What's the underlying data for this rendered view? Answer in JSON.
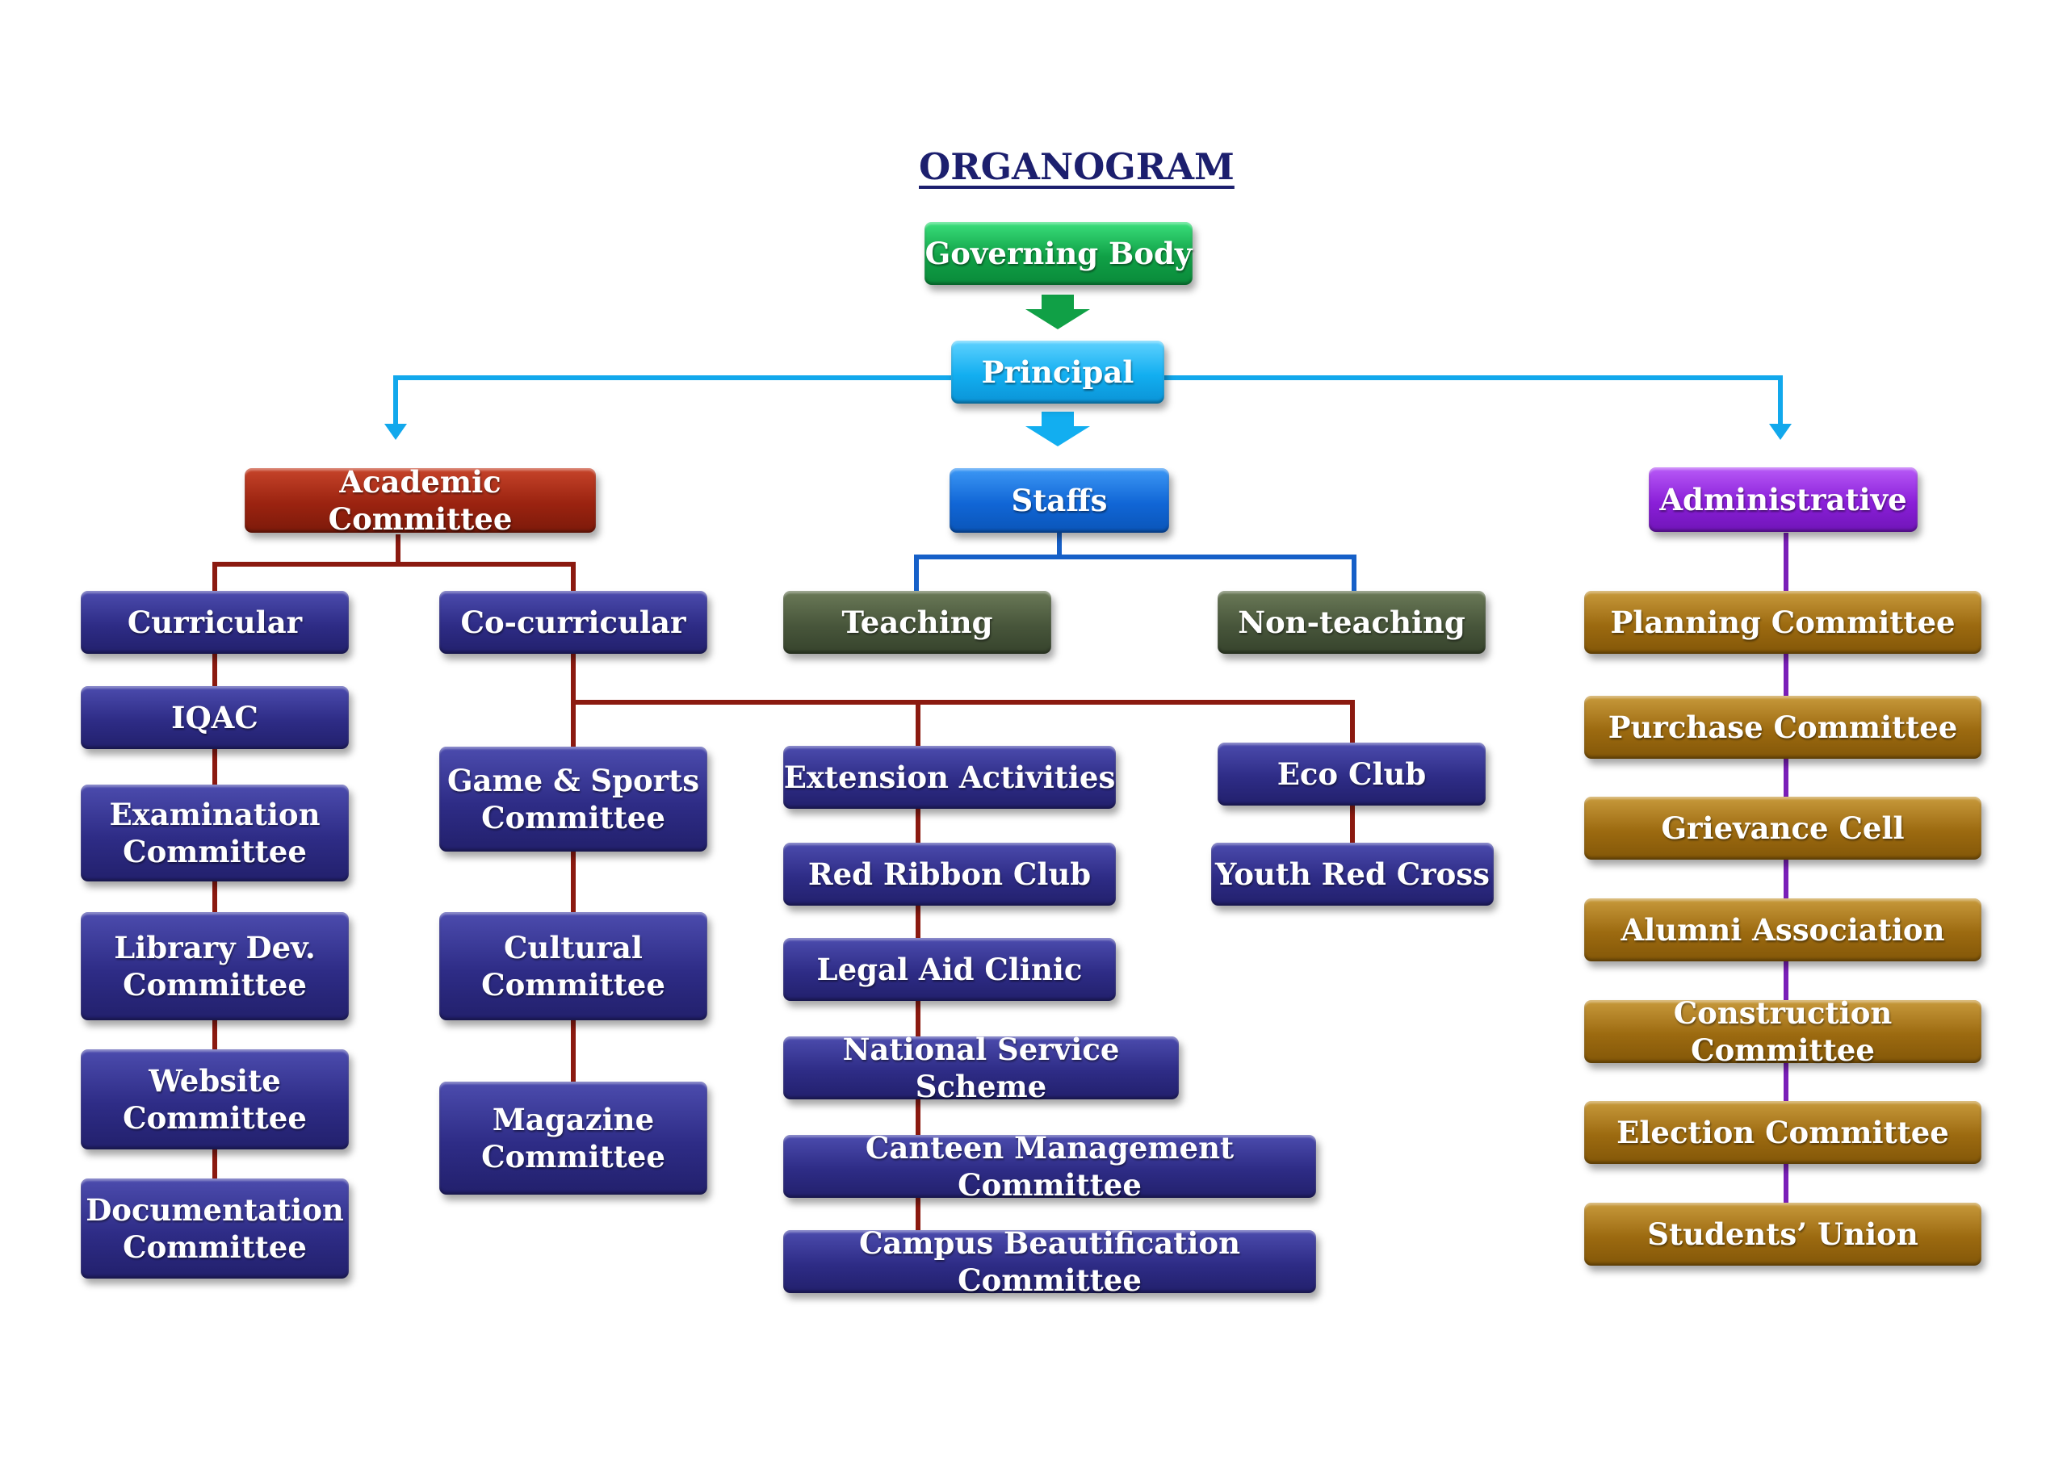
{
  "title": "ORGANOGRAM",
  "governing_body": "Governing Body",
  "principal": "Principal",
  "academic": {
    "label": "Academic Committee",
    "curricular": {
      "label": "Curricular",
      "items": [
        "IQAC",
        "Examination Committee",
        "Library Dev. Committee",
        "Website Committee",
        "Documentation Committee"
      ]
    },
    "co_curricular": {
      "label": "Co-curricular",
      "column_a": [
        "Game & Sports Committee",
        "Cultural Committee",
        "Magazine Committee"
      ],
      "column_b": [
        "Extension Activities",
        "Red Ribbon Club",
        "Legal Aid Clinic",
        "National Service Scheme",
        "Canteen Management Committee",
        "Campus Beautification Committee"
      ],
      "column_c": [
        "Eco Club",
        "Youth Red Cross"
      ]
    }
  },
  "staffs": {
    "label": "Staffs",
    "teaching": "Teaching",
    "non_teaching": "Non-teaching"
  },
  "administrative": {
    "label": "Administrative",
    "items": [
      "Planning Committee",
      "Purchase Committee",
      "Grievance Cell",
      "Alumni Association",
      "Construction Committee",
      "Election Committee",
      "Students’ Union"
    ]
  },
  "colors": {
    "title": "#1c1f6e",
    "governing_body": "#10a046",
    "principal": "#12aef0",
    "academic": "#9b2310",
    "staffs": "#1166d6",
    "administrative": "#8a1fd8",
    "committee": "#2e2c86",
    "staff_type": "#48563b",
    "admin_item": "#9c6a10",
    "connector_red": "#8b1a10",
    "connector_blue": "#1660c8",
    "connector_purple": "#7a1fb8",
    "connector_cyan": "#12a8ec"
  }
}
